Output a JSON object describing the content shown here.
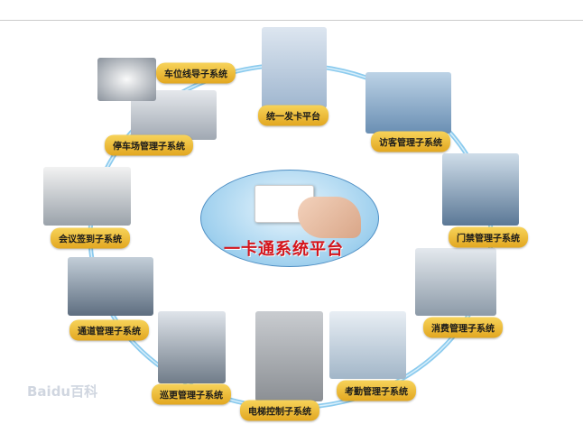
{
  "center": {
    "title": "一卡通系统平台"
  },
  "modules": [
    {
      "id": "card-issuing",
      "label": "统一发卡平台"
    },
    {
      "id": "visitor",
      "label": "访客管理子系统"
    },
    {
      "id": "access",
      "label": "门禁管理子系统"
    },
    {
      "id": "consumption",
      "label": "消费管理子系统"
    },
    {
      "id": "attendance",
      "label": "考勤管理子系统"
    },
    {
      "id": "elevator",
      "label": "电梯控制子系统"
    },
    {
      "id": "patrol",
      "label": "巡更管理子系统"
    },
    {
      "id": "passage",
      "label": "通道管理子系统"
    },
    {
      "id": "meeting",
      "label": "会议签到子系统"
    },
    {
      "id": "parking",
      "label": "停车场管理子系统"
    },
    {
      "id": "space-guide",
      "label": "车位线导子系统"
    }
  ],
  "watermark": "Baidu百科",
  "colors": {
    "ring": "#7cc3ea",
    "label": "#f0c040",
    "title": "#d4141b"
  }
}
